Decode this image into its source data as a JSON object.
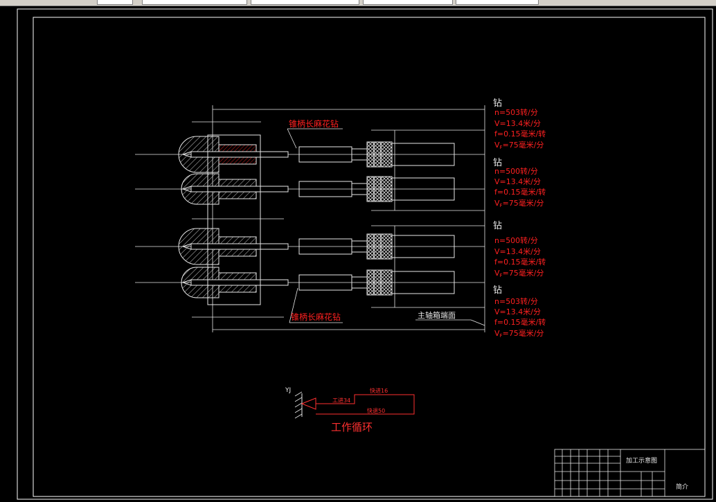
{
  "operations": [
    {
      "title": "钻",
      "speed": "n=503转/分",
      "velocity": "V=13.4米/分",
      "feed": "f=0.15毫米/转",
      "feed_rate": "V",
      "feed_rate_sub": "F",
      "feed_rate_value": "=75毫米/分"
    },
    {
      "title": "钻",
      "speed": "n=500转/分",
      "velocity": "V=13.4米/分",
      "feed": "f=0.15毫米/转",
      "feed_rate": "V",
      "feed_rate_sub": "F",
      "feed_rate_value": "=75毫米/分"
    },
    {
      "title": "钻",
      "speed": "n=500转/分",
      "velocity": "V=13.4米/分",
      "feed": "f=0.15毫米/转",
      "feed_rate": "V",
      "feed_rate_sub": "F",
      "feed_rate_value": "=75毫米/分"
    },
    {
      "title": "钻",
      "speed": "n=503转/分",
      "velocity": "V=13.4米/分",
      "feed": "f=0.15毫米/转",
      "feed_rate": "V",
      "feed_rate_sub": "F",
      "feed_rate_value": "=75毫米/分"
    }
  ],
  "labels": {
    "drill_top": "锥柄长麻花钻",
    "drill_bottom": "锥柄长麻花钻",
    "spindle_face": "主轴箱端面",
    "work_cycle": "工作循环",
    "yj": "YJ",
    "work_feed": "工进34",
    "rapid_advance": "快进16",
    "rapid_return": "快退50"
  },
  "title_block": {
    "drawing_name": "加工示意图",
    "remark": "简介"
  },
  "colors": {
    "frame": "#ffffff",
    "text_red": "#ff2020",
    "cycle_red": "#ff3030",
    "geometry": "#e8e8e8"
  }
}
